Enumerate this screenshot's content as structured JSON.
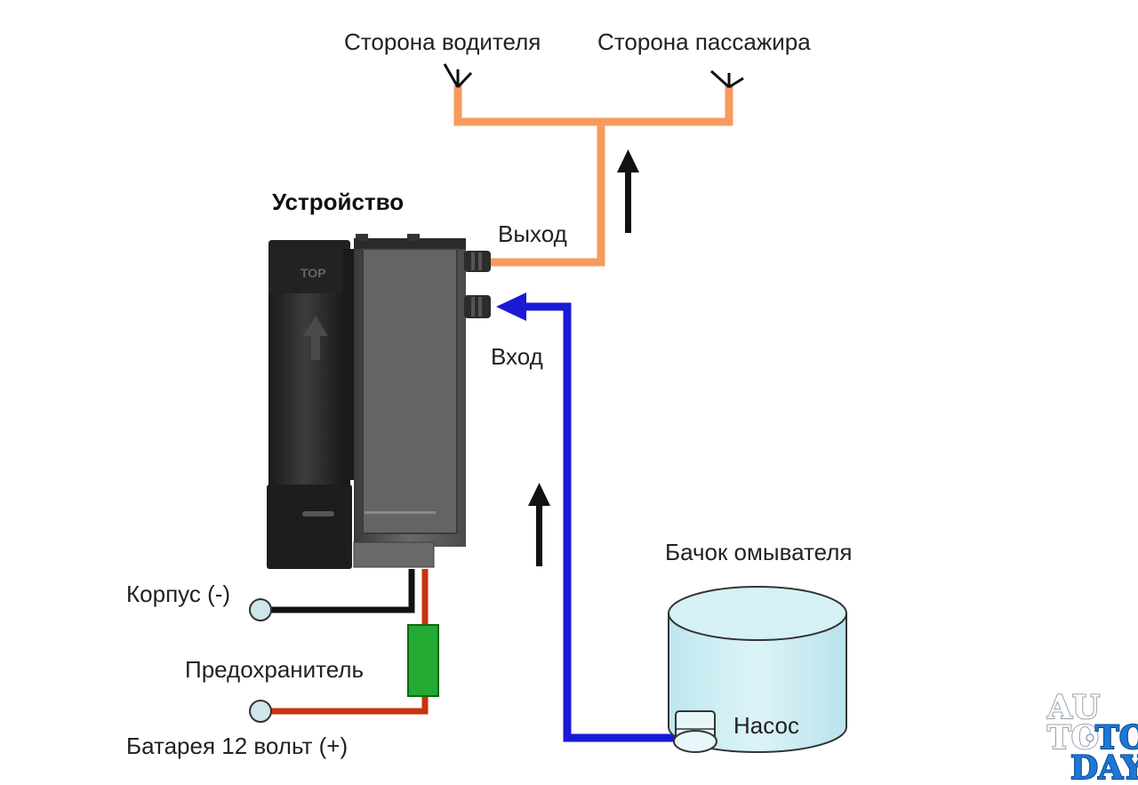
{
  "labels": {
    "driver_side": "Сторона водителя",
    "passenger_side": "Сторона пассажира",
    "device": "Устройство",
    "outlet": "Выход",
    "inlet": "Вход",
    "washer_tank": "Бачок омывателя",
    "pump": "Насос",
    "ground": "Корпус (-)",
    "fuse": "Предохранитель",
    "battery": "Батарея 12 вольт (+)",
    "device_top_mark": "TOP"
  },
  "watermark": {
    "line1": "AU",
    "line2_left": "TO",
    "line2_right": "TO",
    "line3": "DAY"
  },
  "colors": {
    "outlet_pipe": "#f79a5f",
    "inlet_pipe": "#1a1ad6",
    "ground_wire": "#111111",
    "positive_wire": "#c8320f",
    "fuse": "#22aa33",
    "tank_fill": "#cfeef4",
    "device_body": "#2a2a2a",
    "device_panel": "#5a5a5a"
  }
}
